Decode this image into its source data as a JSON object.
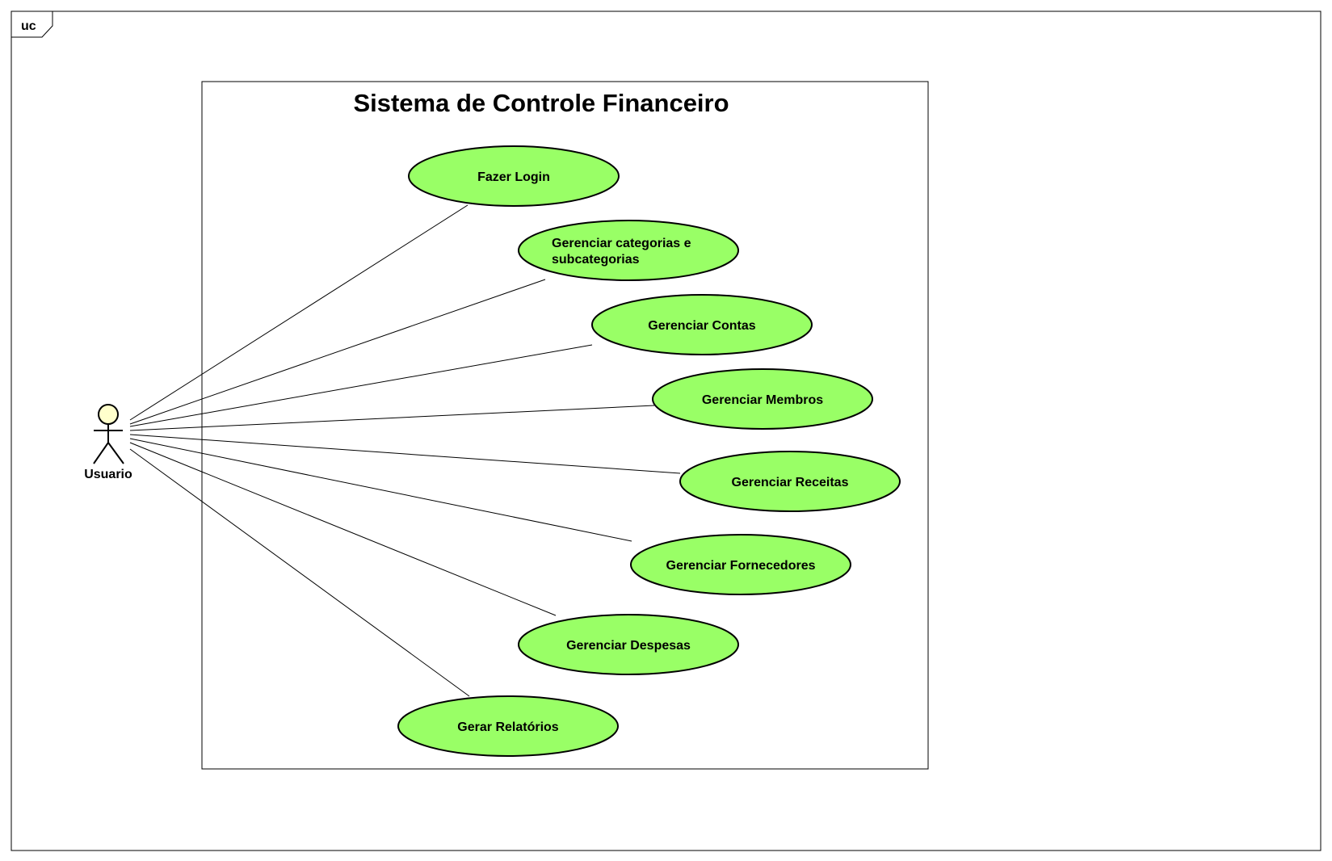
{
  "frame": {
    "label": "uc"
  },
  "system": {
    "title": "Sistema de Controle Financeiro"
  },
  "actor": {
    "name": "Usuario"
  },
  "use_cases": [
    {
      "id": "fazer-login",
      "lines": [
        "Fazer Login"
      ]
    },
    {
      "id": "gerenciar-categorias",
      "lines": [
        "Gerenciar categorias e",
        "subcategorias"
      ]
    },
    {
      "id": "gerenciar-contas",
      "lines": [
        "Gerenciar Contas"
      ]
    },
    {
      "id": "gerenciar-membros",
      "lines": [
        "Gerenciar Membros"
      ]
    },
    {
      "id": "gerenciar-receitas",
      "lines": [
        "Gerenciar Receitas"
      ]
    },
    {
      "id": "gerenciar-fornecedores",
      "lines": [
        "Gerenciar Fornecedores"
      ]
    },
    {
      "id": "gerenciar-despesas",
      "lines": [
        "Gerenciar Despesas"
      ]
    },
    {
      "id": "gerar-relatorios",
      "lines": [
        "Gerar Relatórios"
      ]
    }
  ],
  "colors": {
    "use_case_fill": "#99ff66",
    "actor_head_fill": "#ffffcc",
    "stroke": "#000000"
  }
}
